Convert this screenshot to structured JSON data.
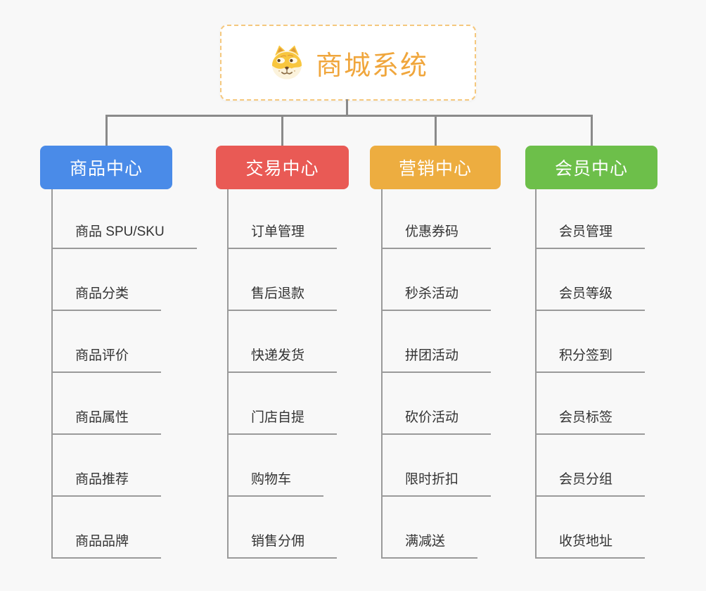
{
  "root": {
    "title": "商城系统",
    "icon": "dog-icon",
    "title_color": "#F0A63C",
    "border_color": "#F5C87E"
  },
  "branches": [
    {
      "id": "product",
      "label": "商品中心",
      "color": "#4A8BE8",
      "items": [
        "商品 SPU/SKU",
        "商品分类",
        "商品评价",
        "商品属性",
        "商品推荐",
        "商品品牌"
      ]
    },
    {
      "id": "trade",
      "label": "交易中心",
      "color": "#E95A55",
      "items": [
        "订单管理",
        "售后退款",
        "快递发货",
        "门店自提",
        "购物车",
        "销售分佣"
      ]
    },
    {
      "id": "marketing",
      "label": "营销中心",
      "color": "#EDAD40",
      "items": [
        "优惠券码",
        "秒杀活动",
        "拼团活动",
        "砍价活动",
        "限时折扣",
        "满减送"
      ]
    },
    {
      "id": "member",
      "label": "会员中心",
      "color": "#6DBF4A",
      "items": [
        "会员管理",
        "会员等级",
        "积分签到",
        "会员标签",
        "会员分组",
        "收货地址"
      ]
    }
  ],
  "connector_color": "#8A8A8A",
  "leaf_line_color": "#9A9A9A",
  "background": "#F8F8F8"
}
